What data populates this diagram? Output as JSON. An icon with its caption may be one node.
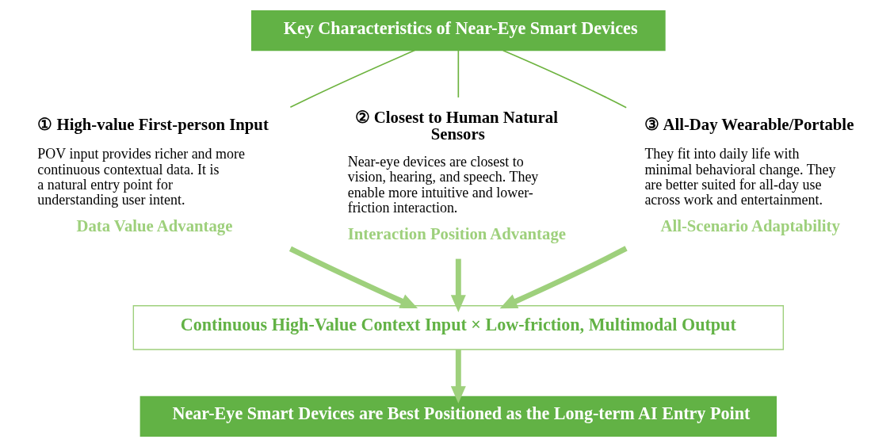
{
  "diagram": {
    "nodes": [
      {
        "text": [
          "Key Characteristics of Near-Eye Smart Devices"
        ]
      },
      {
        "text": [
          "① High-value First-person Input",
          "POV input provides richer and more continuous contextual data. It is a natural entry point for understanding user intent.",
          "Data Value Advantage"
        ]
      },
      {
        "text": [
          "② Closest to Human Natural Sensors",
          "Near-eye devices are closest to vision, hearing, and speech. They enable more intuitive and lower-friction interaction.",
          "Interaction Position Advantage"
        ]
      },
      {
        "text": [
          "③ All-Day Wearable/Portable",
          "They fit into daily life with minimal behavioral change. They are better suited for all-day use across work and entertainment.",
          "All-Scenario Adaptability"
        ]
      },
      {
        "text": [
          "Continuous High-Value Context Input × Low-friction, Multimodal Output"
        ]
      },
      {
        "text": [
          "Near-Eye Smart Devices are Best Positioned as the Long-term AI Entry Point"
        ]
      }
    ],
    "edges": [
      {
        "from": 0,
        "to": 1,
        "arrow": "none",
        "color": "#6db33f"
      },
      {
        "from": 0,
        "to": 2,
        "arrow": "none",
        "color": "#6db33f"
      },
      {
        "from": 0,
        "to": 3,
        "arrow": "none",
        "color": "#6db33f"
      },
      {
        "from": 1,
        "to": 4,
        "arrow": "to"
      },
      {
        "from": 2,
        "to": 4,
        "arrow": "to"
      },
      {
        "from": 3,
        "to": 4,
        "arrow": "to"
      },
      {
        "from": 4,
        "to": 5,
        "arrow": "to"
      }
    ]
  }
}
